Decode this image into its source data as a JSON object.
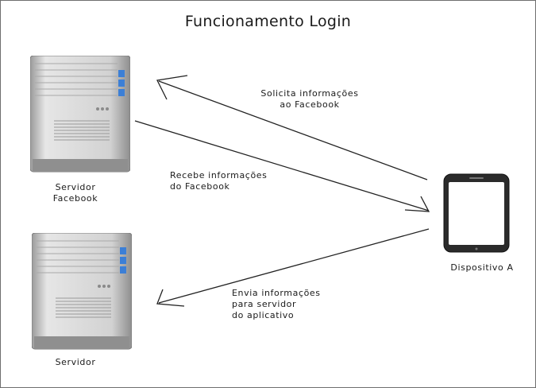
{
  "title": "Funcionamento Login",
  "nodes": {
    "server_facebook": {
      "label_line1": "Servidor",
      "label_line2": "Facebook"
    },
    "server_app": {
      "label": "Servidor"
    },
    "device": {
      "label": "Dispositivo A"
    }
  },
  "edges": {
    "request": {
      "line1": "Solicita informações",
      "line2": "ao Facebook"
    },
    "receive": {
      "line1": "Recebe informações",
      "line2": "do Facebook"
    },
    "send": {
      "line1": "Envia informações",
      "line2": "para servidor",
      "line3": "do aplicativo"
    }
  },
  "colors": {
    "server_body": "#d9d9d9",
    "server_accent": "#3c7fd6",
    "phone_body": "#2b2b2b",
    "line": "#222222"
  }
}
